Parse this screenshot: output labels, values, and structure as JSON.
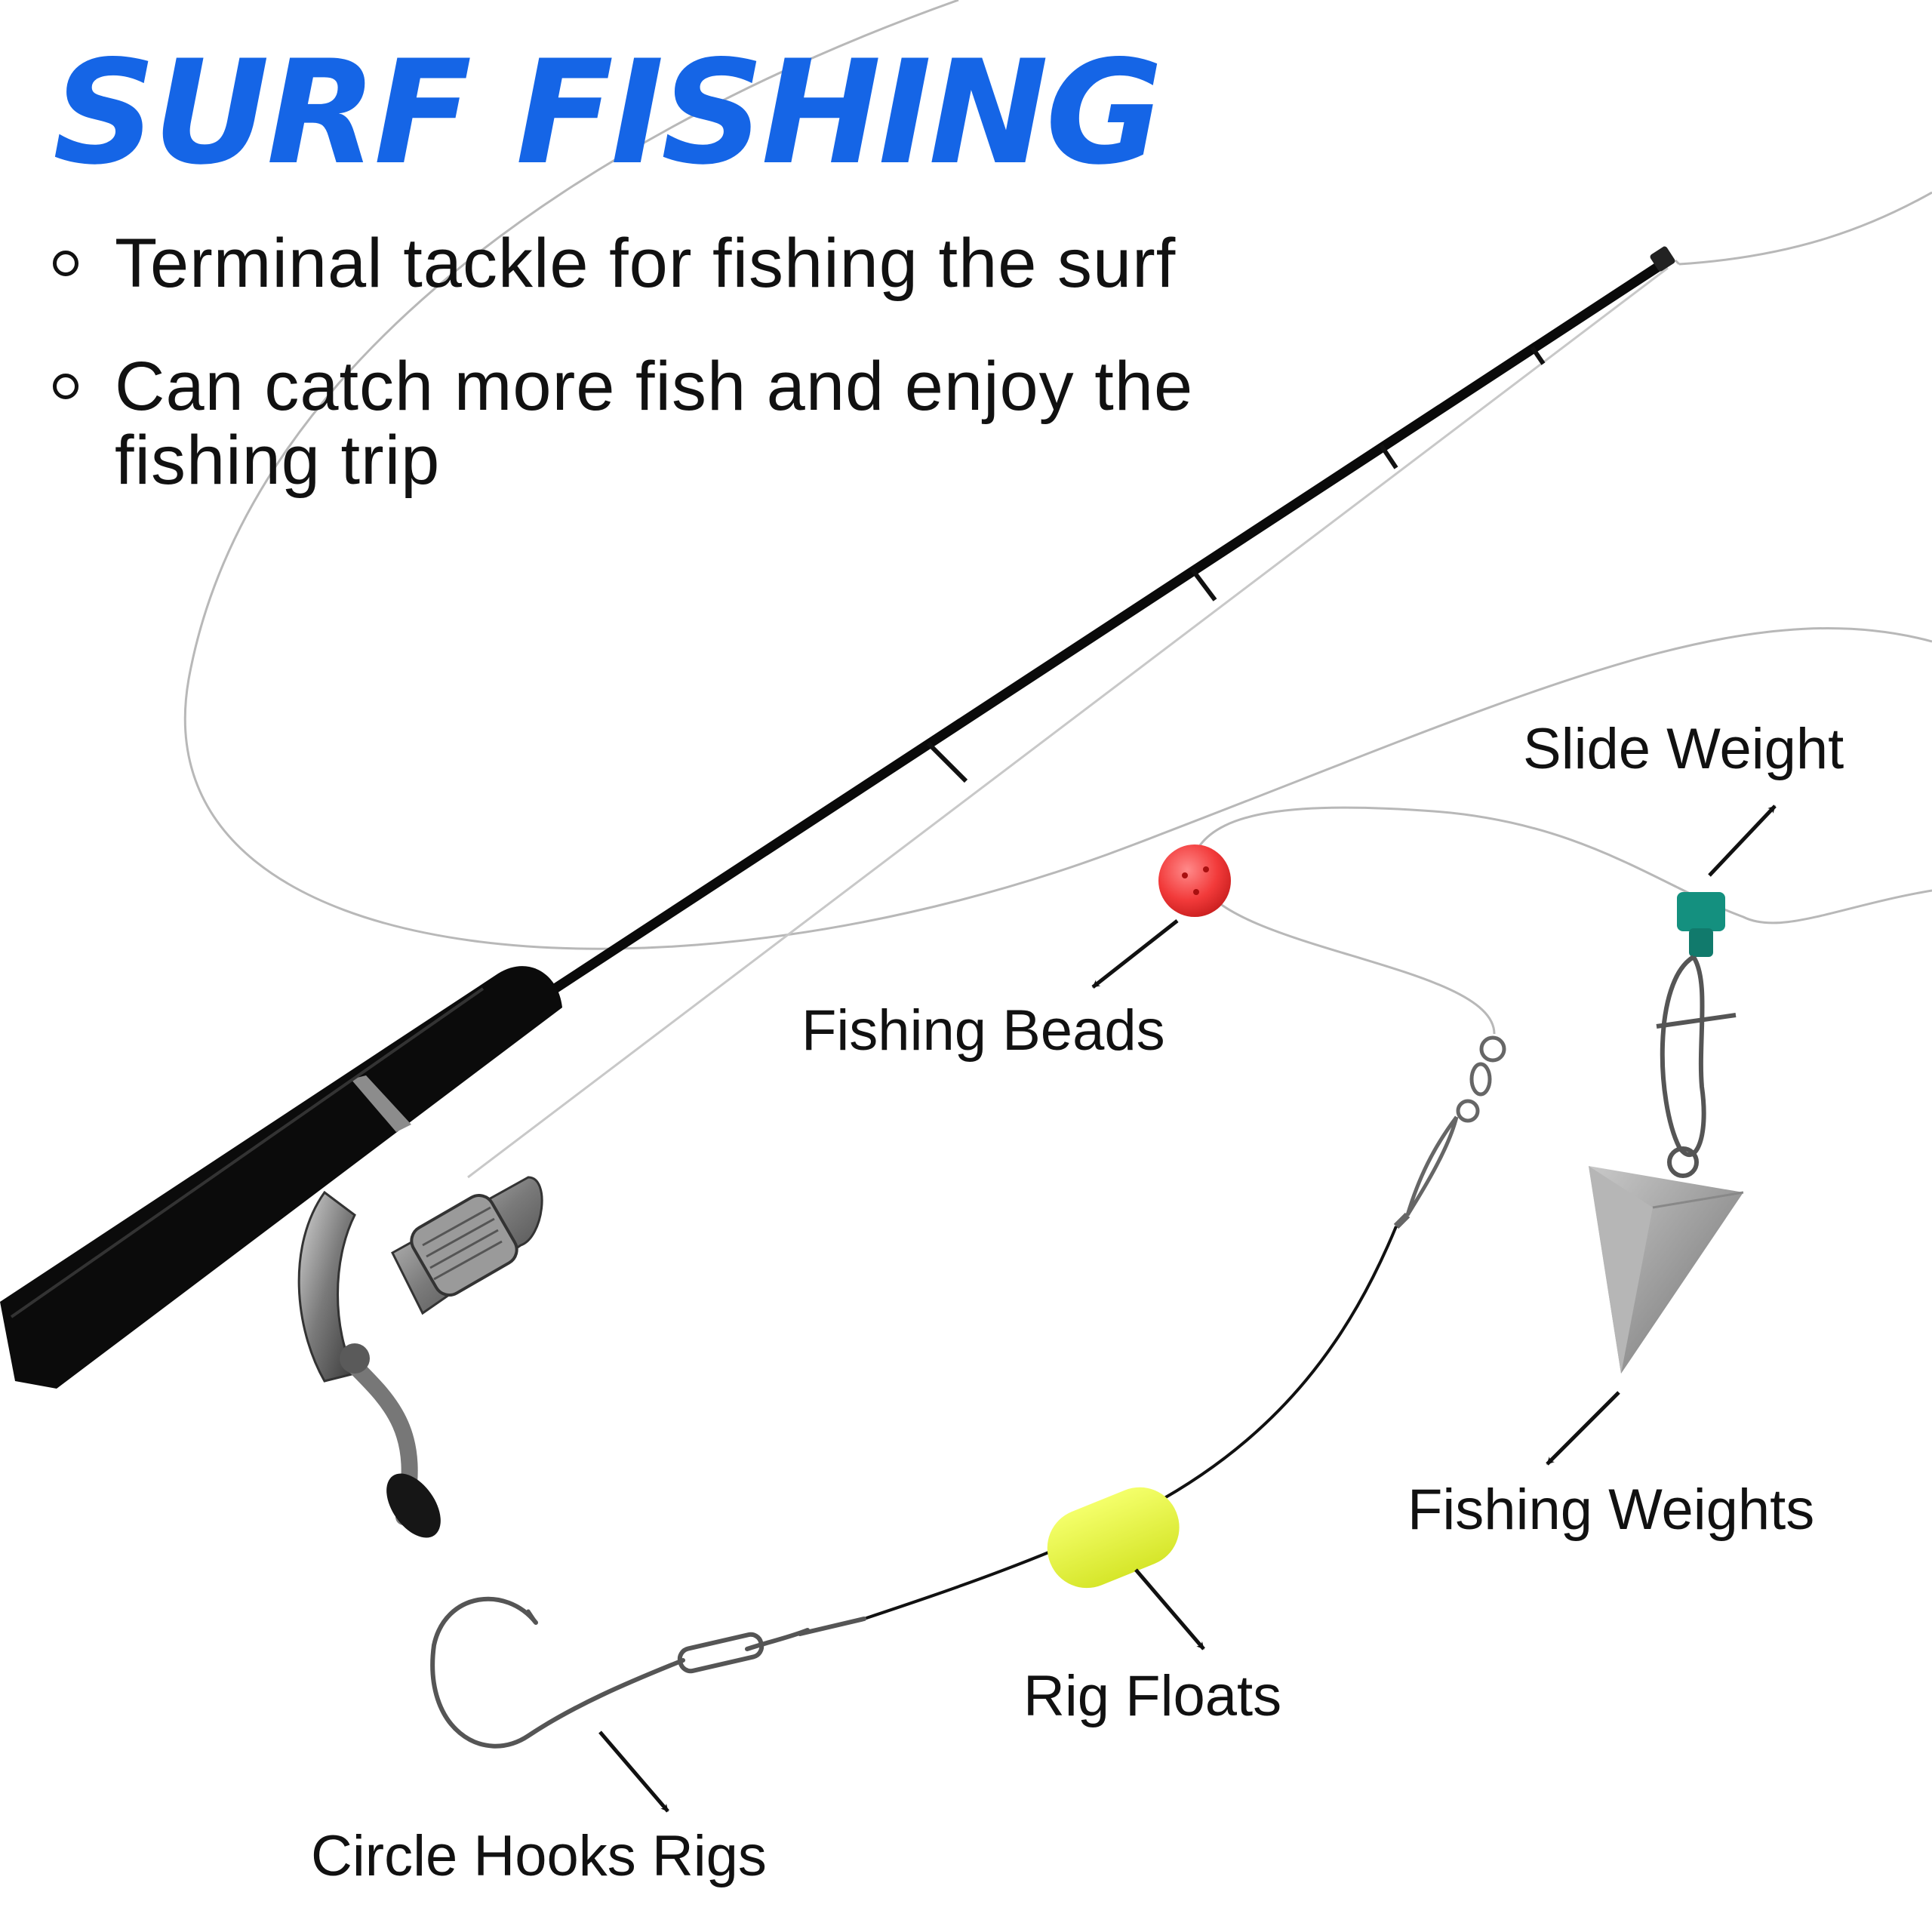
{
  "title": "SURF FISHING",
  "bullets": [
    "Terminal tackle for fishing the surf",
    "Can catch more fish and enjoy the fishing trip"
  ],
  "labels": {
    "slide_weight": "Slide Weight",
    "fishing_beads": "Fishing Beads",
    "fishing_weights": "Fishing Weights",
    "rig_floats": "Rig Floats",
    "circle_hooks_rigs": "Circle Hooks Rigs"
  },
  "colors": {
    "title": "#1565e6",
    "bead": "#f23a3a",
    "float": "#e9f53a",
    "slide_weight": "#14907f",
    "sinker": "#9a9a9a",
    "rod": "#0a0a0a"
  },
  "icons": [
    "fishing-rod-icon",
    "spinning-reel-icon",
    "fishing-bead-icon",
    "slide-weight-icon",
    "pyramid-sinker-icon",
    "rig-float-icon",
    "circle-hook-icon",
    "swivel-icon"
  ]
}
